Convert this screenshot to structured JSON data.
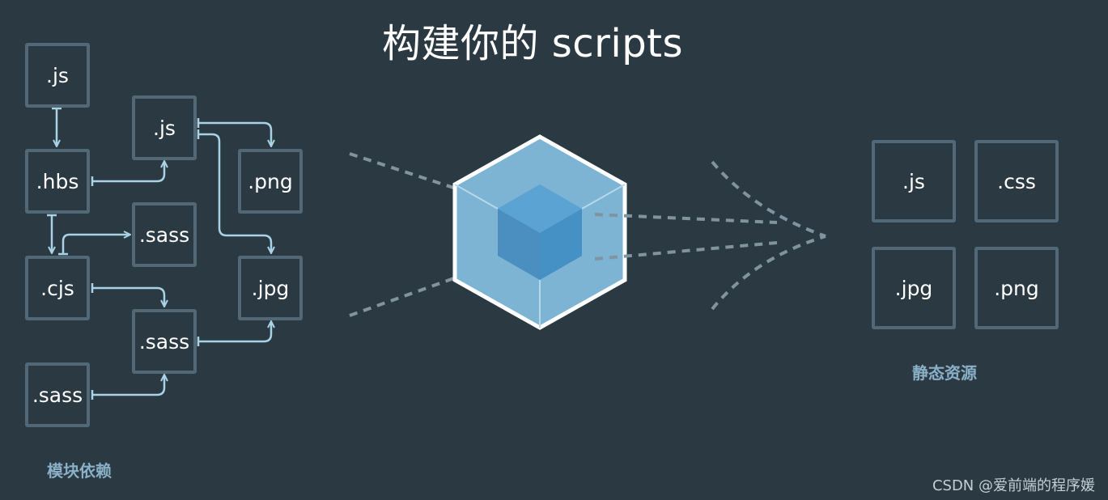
{
  "title": "构建你的 scripts",
  "module_label": "模块依赖",
  "asset_label": "静态资源",
  "watermark": "CSDN @爱前端的程序媛",
  "modules": {
    "js_top": ".js",
    "hbs": ".hbs",
    "cjs": ".cjs",
    "sass_bottom": ".sass",
    "js_mid": ".js",
    "sass_mid": ".sass",
    "sass_low": ".sass",
    "png": ".png",
    "jpg": ".jpg"
  },
  "assets": {
    "js": ".js",
    "css": ".css",
    "jpg": ".jpg",
    "png": ".png"
  },
  "colors": {
    "background": "#2b3a42",
    "box_border": "#536876",
    "arrow": "#a9d2e6",
    "dashed": "#7f949f",
    "cube_outer": "#8dc6e8",
    "cube_inner": "#4e96c7",
    "caption": "#8ab0c8"
  },
  "icons": {
    "center": "webpack-cube-icon"
  }
}
